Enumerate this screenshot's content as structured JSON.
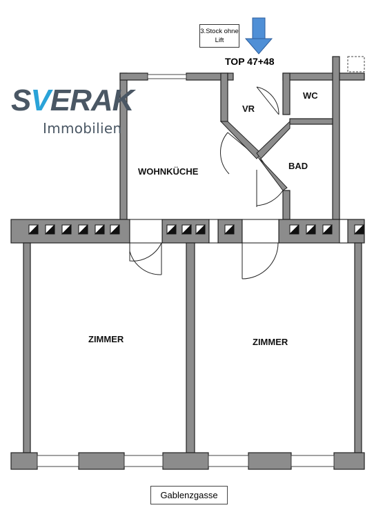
{
  "logo": {
    "brand_before": "S",
    "brand_v": "V",
    "brand_after": "ERAK",
    "subtitle": "Immobilien",
    "grey": "#4a5764",
    "blue": "#2aa3d8"
  },
  "entrance": {
    "note": "3.Stock ohne Lift",
    "arrow_color": "#4f8fd6",
    "arrow_icon": "arrow-down-icon"
  },
  "unit_title": "TOP 47+48",
  "rooms": {
    "vr": "VR",
    "wc": "WC",
    "bad": "BAD",
    "wohnkueche": "WOHNKÜCHE",
    "zimmer_left": "ZIMMER",
    "zimmer_right": "ZIMMER"
  },
  "street": "Gablenzgasse",
  "colors": {
    "wall": "#8c8c8c",
    "outline": "#222222"
  }
}
